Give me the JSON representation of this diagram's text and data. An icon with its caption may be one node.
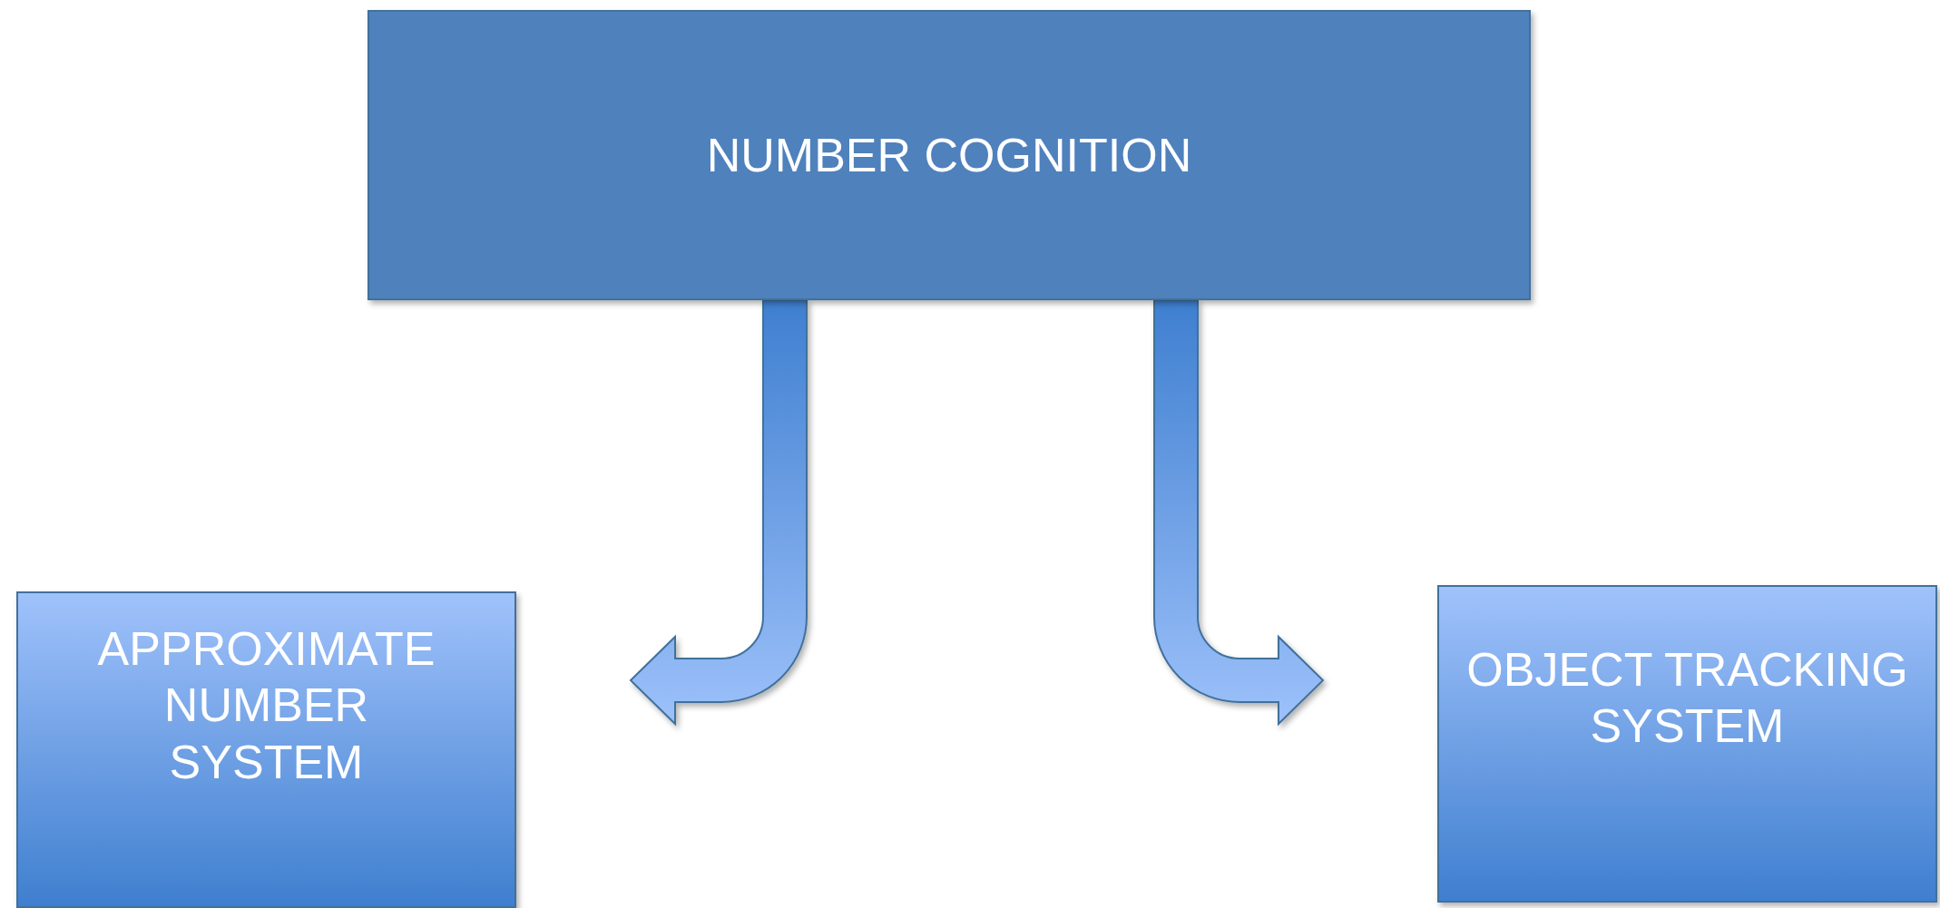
{
  "diagram": {
    "nodes": [
      {
        "text": [
          "NUMBER COGNITION"
        ]
      },
      {
        "text": [
          "APPROXIMATE NUMBER SYSTEM"
        ]
      },
      {
        "text": [
          "OBJECT TRACKING SYSTEM"
        ]
      }
    ],
    "edges": [
      {
        "from": 0,
        "to": 1,
        "arrow": "to",
        "style": "thick"
      },
      {
        "from": 0,
        "to": 2,
        "arrow": "to",
        "style": "thick"
      }
    ]
  }
}
